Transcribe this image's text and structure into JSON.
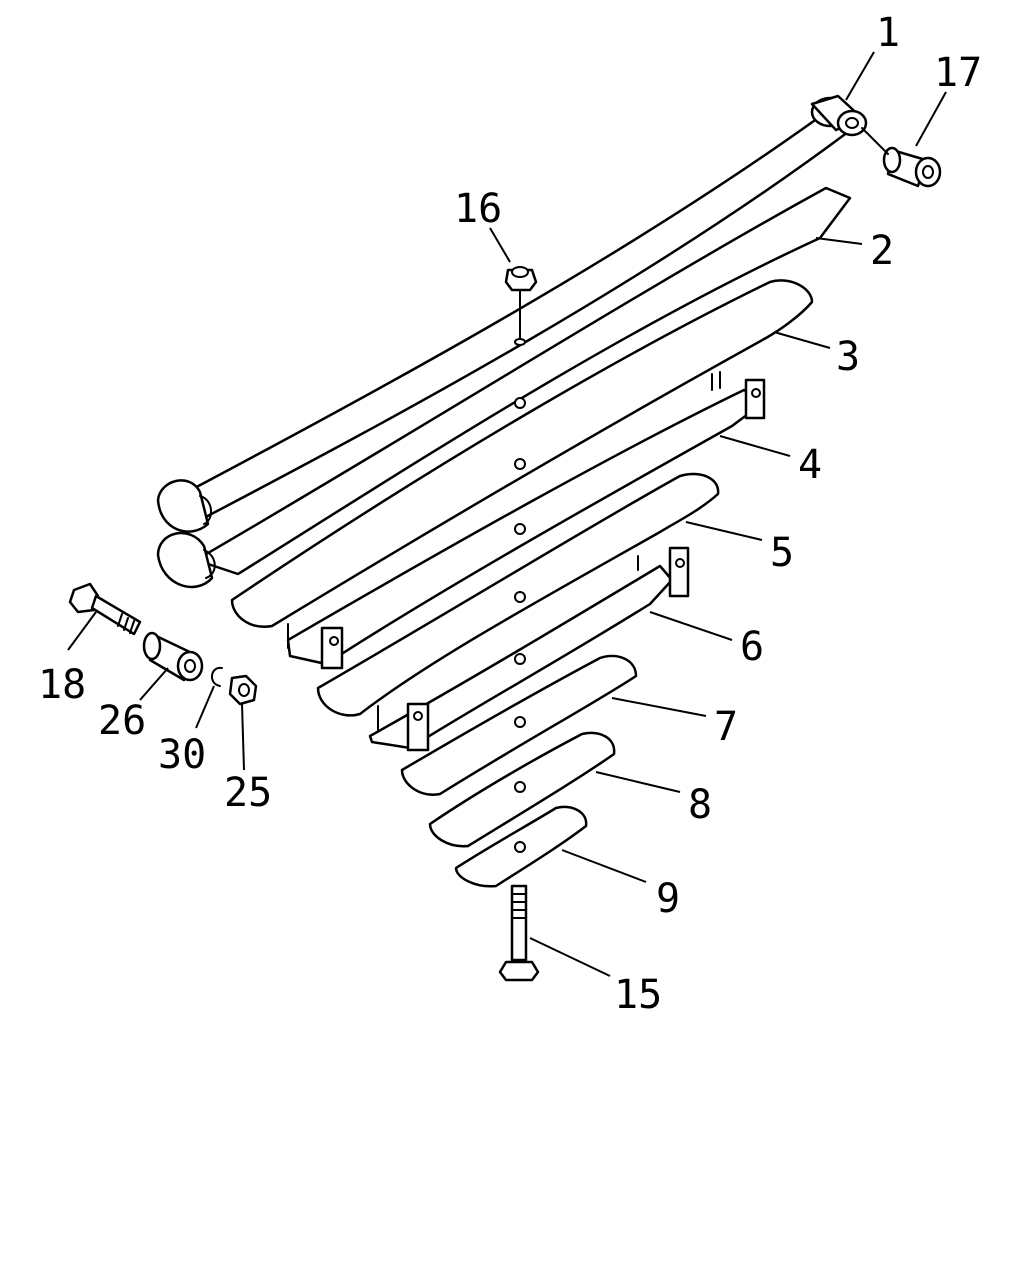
{
  "callouts": [
    {
      "id": "1",
      "text": "1"
    },
    {
      "id": "2",
      "text": "2"
    },
    {
      "id": "3",
      "text": "3"
    },
    {
      "id": "4",
      "text": "4"
    },
    {
      "id": "5",
      "text": "5"
    },
    {
      "id": "6",
      "text": "6"
    },
    {
      "id": "7",
      "text": "7"
    },
    {
      "id": "8",
      "text": "8"
    },
    {
      "id": "9",
      "text": "9"
    },
    {
      "id": "15",
      "text": "15"
    },
    {
      "id": "16",
      "text": "16"
    },
    {
      "id": "17",
      "text": "17"
    },
    {
      "id": "18",
      "text": "18"
    },
    {
      "id": "25",
      "text": "25"
    },
    {
      "id": "26",
      "text": "26"
    },
    {
      "id": "30",
      "text": "30"
    }
  ]
}
